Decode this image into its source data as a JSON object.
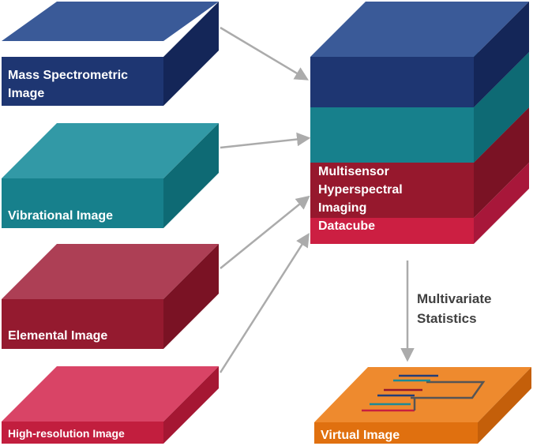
{
  "inputs": [
    {
      "label_line1": "Mass Spectrometric",
      "label_line2": "Image",
      "color": "#223D78"
    },
    {
      "label": "Vibrational Image",
      "color": "#1B8A96"
    },
    {
      "label": "Elemental Image",
      "color": "#96182D"
    },
    {
      "label": "High-resolution Image",
      "color": "#C8203F"
    }
  ],
  "datacube": {
    "label_lines": [
      "Multisensor",
      "Hyperspectral",
      "Imaging",
      "Datacube"
    ],
    "layer_colors": [
      "#223D78",
      "#1B8A96",
      "#96182D",
      "#C8203F"
    ]
  },
  "process": {
    "line1": "Multivariate",
    "line2": "Statistics"
  },
  "output": {
    "label": "Virtual Image",
    "color": "#E8751A"
  },
  "colors": {
    "arrow": "#ABABAB",
    "text_dark": "#404040"
  }
}
